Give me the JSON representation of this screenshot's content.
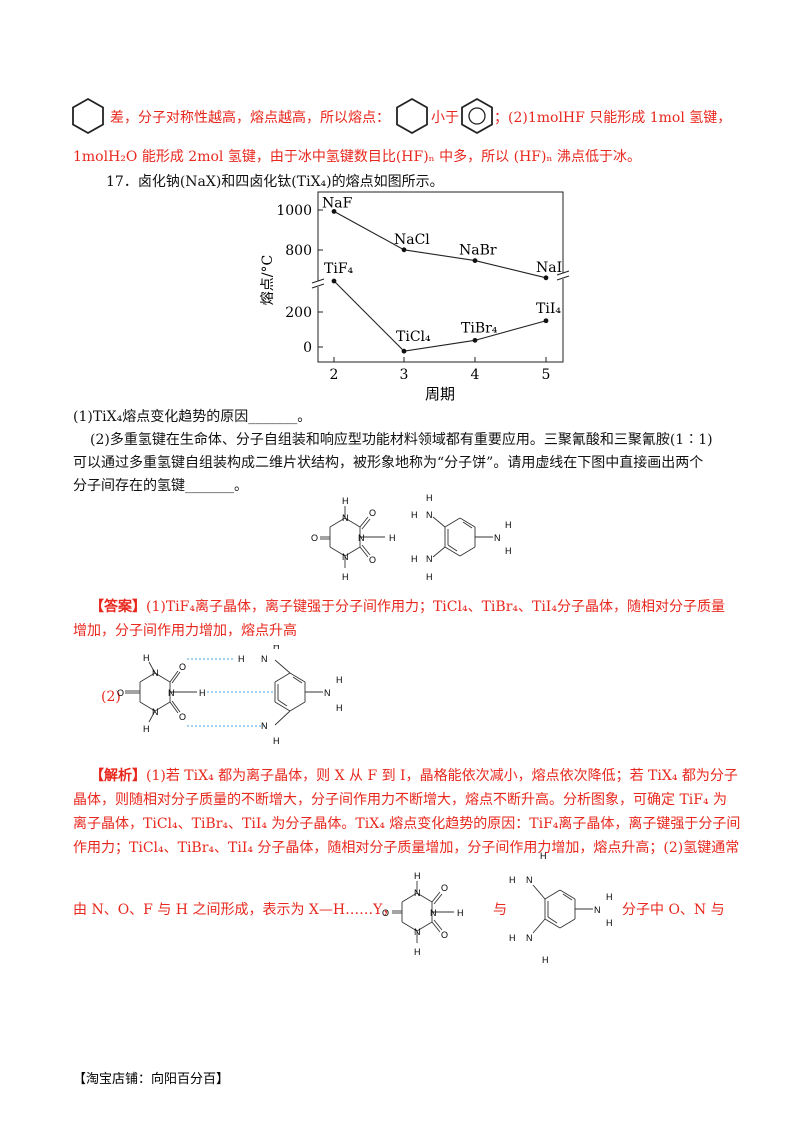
{
  "top": {
    "line1_a": "差，分子对称性越高，熔点越高，所以熔点：",
    "line1_b": "小于",
    "line1_c": "；(2)1molHF 只能形成 1mol 氢键，",
    "line2": "1molH₂O 能形成 2mol 氢键，由于冰中氢键数目比(HF)ₙ 中多，所以 (HF)ₙ 沸点低于冰。"
  },
  "q17": {
    "stem": "17．卤化钠(NaX)和四卤化钛(TiX₄)的熔点如图所示。",
    "part1": "(1)TiX₄熔点变化趋势的原因_______。",
    "part2_l1": "(2)多重氢键在生命体、分子自组装和响应型功能材料领域都有重要应用。三聚氰酸和三聚氰胺(1∶1)",
    "part2_l2": "可以通过多重氢键自组装构成二维片状结构，被形象地称为“分子饼”。请用虚线在下图中直接画出两个",
    "part2_l3": "分子间存在的氢键_______。"
  },
  "answer": {
    "tag": "【答案】",
    "l1": "(1)TiF₄离子晶体，离子键强于分子间作用力；TiCl₄、TiBr₄、TiI₄分子晶体，随相对分子质量",
    "l2": "增加，分子间作用力增加，熔点升高",
    "part2_label": "(2)"
  },
  "analysis": {
    "tag": "【解析】",
    "l1": "(1)若 TiX₄ 都为离子晶体，则 X 从 F 到 I，晶格能依次减小，熔点依次降低；若 TiX₄ 都为分子",
    "l2": "晶体，则随相对分子质量的不断增大，分子间作用力不断增大，熔点不断升高。分析图象，可确定 TiF₄ 为",
    "l3": "离子晶体，TiCl₄、TiBr₄、TiI₄ 为分子晶体。TiX₄ 熔点变化趋势的原因：TiF₄离子晶体，离子键强于分子间",
    "l4": "作用力；TiCl₄、TiBr₄、TiI₄ 分子晶体，随相对分子质量增加，分子间作用力增加，熔点升高；(2)氢键通常",
    "l5_a": "由 N、O、F 与 H 之间形成，表示为 X—H……Y，",
    "l5_b": "与",
    "l5_c": "分子中 O、N 与"
  },
  "footer": "【淘宝店铺：向阳百分百】",
  "atoms": {
    "H": "H",
    "N": "N",
    "O": "O"
  },
  "chart_data": {
    "type": "line",
    "ylabel": "熔点/°C",
    "xlabel": "周期",
    "categories": [
      "2",
      "3",
      "4",
      "5"
    ],
    "yticks": [
      "0",
      "200",
      "800",
      "1000"
    ],
    "axis_break": true,
    "series": [
      {
        "name": "NaX",
        "values": [
          993,
          801,
          747,
          661
        ],
        "labels": [
          "NaF",
          "NaCl",
          "NaBr",
          "NaI"
        ]
      },
      {
        "name": "TiX4",
        "values": [
          377,
          -24,
          38,
          150
        ],
        "labels": [
          "TiF₄",
          "TiCl₄",
          "TiBr₄",
          "TiI₄"
        ]
      }
    ]
  },
  "colors": {
    "answer_red": "#e8281e",
    "hbond_blue": "#49a6dc"
  }
}
